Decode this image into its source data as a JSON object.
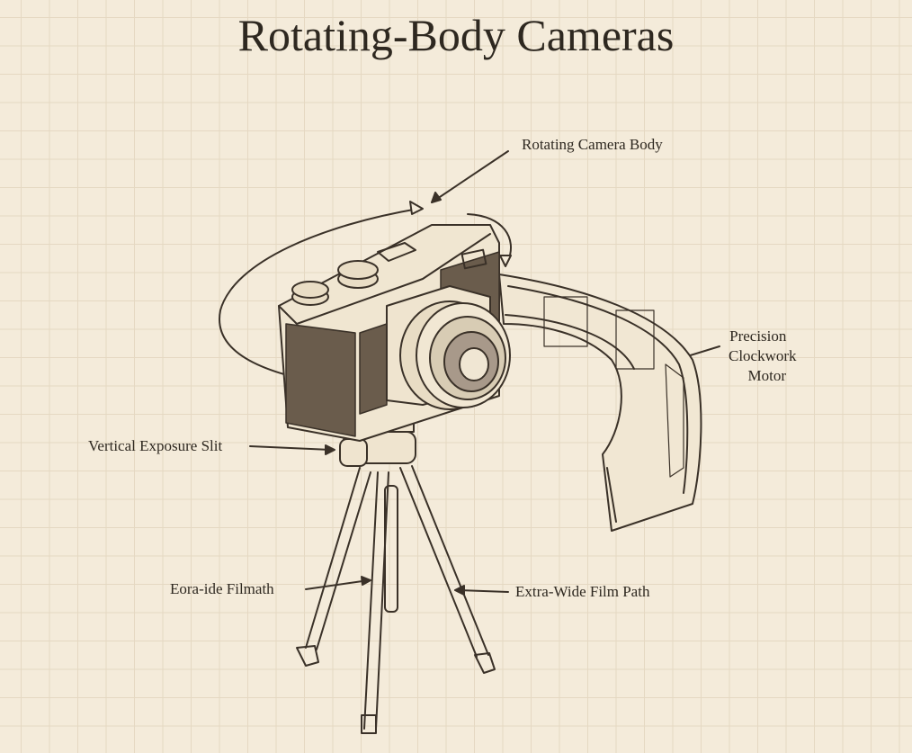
{
  "title": "Rotating-Body Cameras",
  "labels": {
    "rotating_body": "Rotating Camera Body",
    "clockwork_1": "Precision",
    "clockwork_2": "Clockwork",
    "clockwork_3": "Motor",
    "exposure_slit": "Vertical Exposure Slit",
    "garbled_path": "Eora-ide Filmath",
    "film_path": "Extra-Wide Film Path"
  },
  "colors": {
    "paper": "#f4ebda",
    "grid": "#e5d8c2",
    "ink": "#2e2820"
  }
}
